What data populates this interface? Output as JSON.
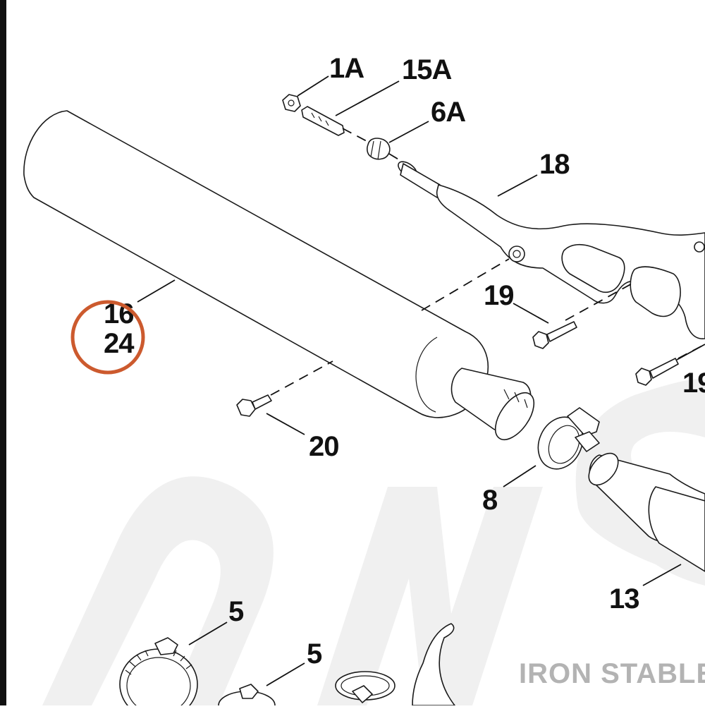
{
  "callouts": {
    "c1a": "1A",
    "c15a": "15A",
    "c6a": "6A",
    "c18": "18",
    "c19a": "19",
    "c19b": "19",
    "c16": "16",
    "c24": "24",
    "c20": "20",
    "c8": "8",
    "c13": "13",
    "c5a": "5",
    "c5b": "5"
  },
  "watermark": {
    "brand": "IRON STABLE"
  },
  "colors": {
    "highlight_ring": "#cc5a2e",
    "watermark_text": "#b3b3b3",
    "watermark_letters": "#f0f0f0",
    "left_border": "#111111"
  }
}
